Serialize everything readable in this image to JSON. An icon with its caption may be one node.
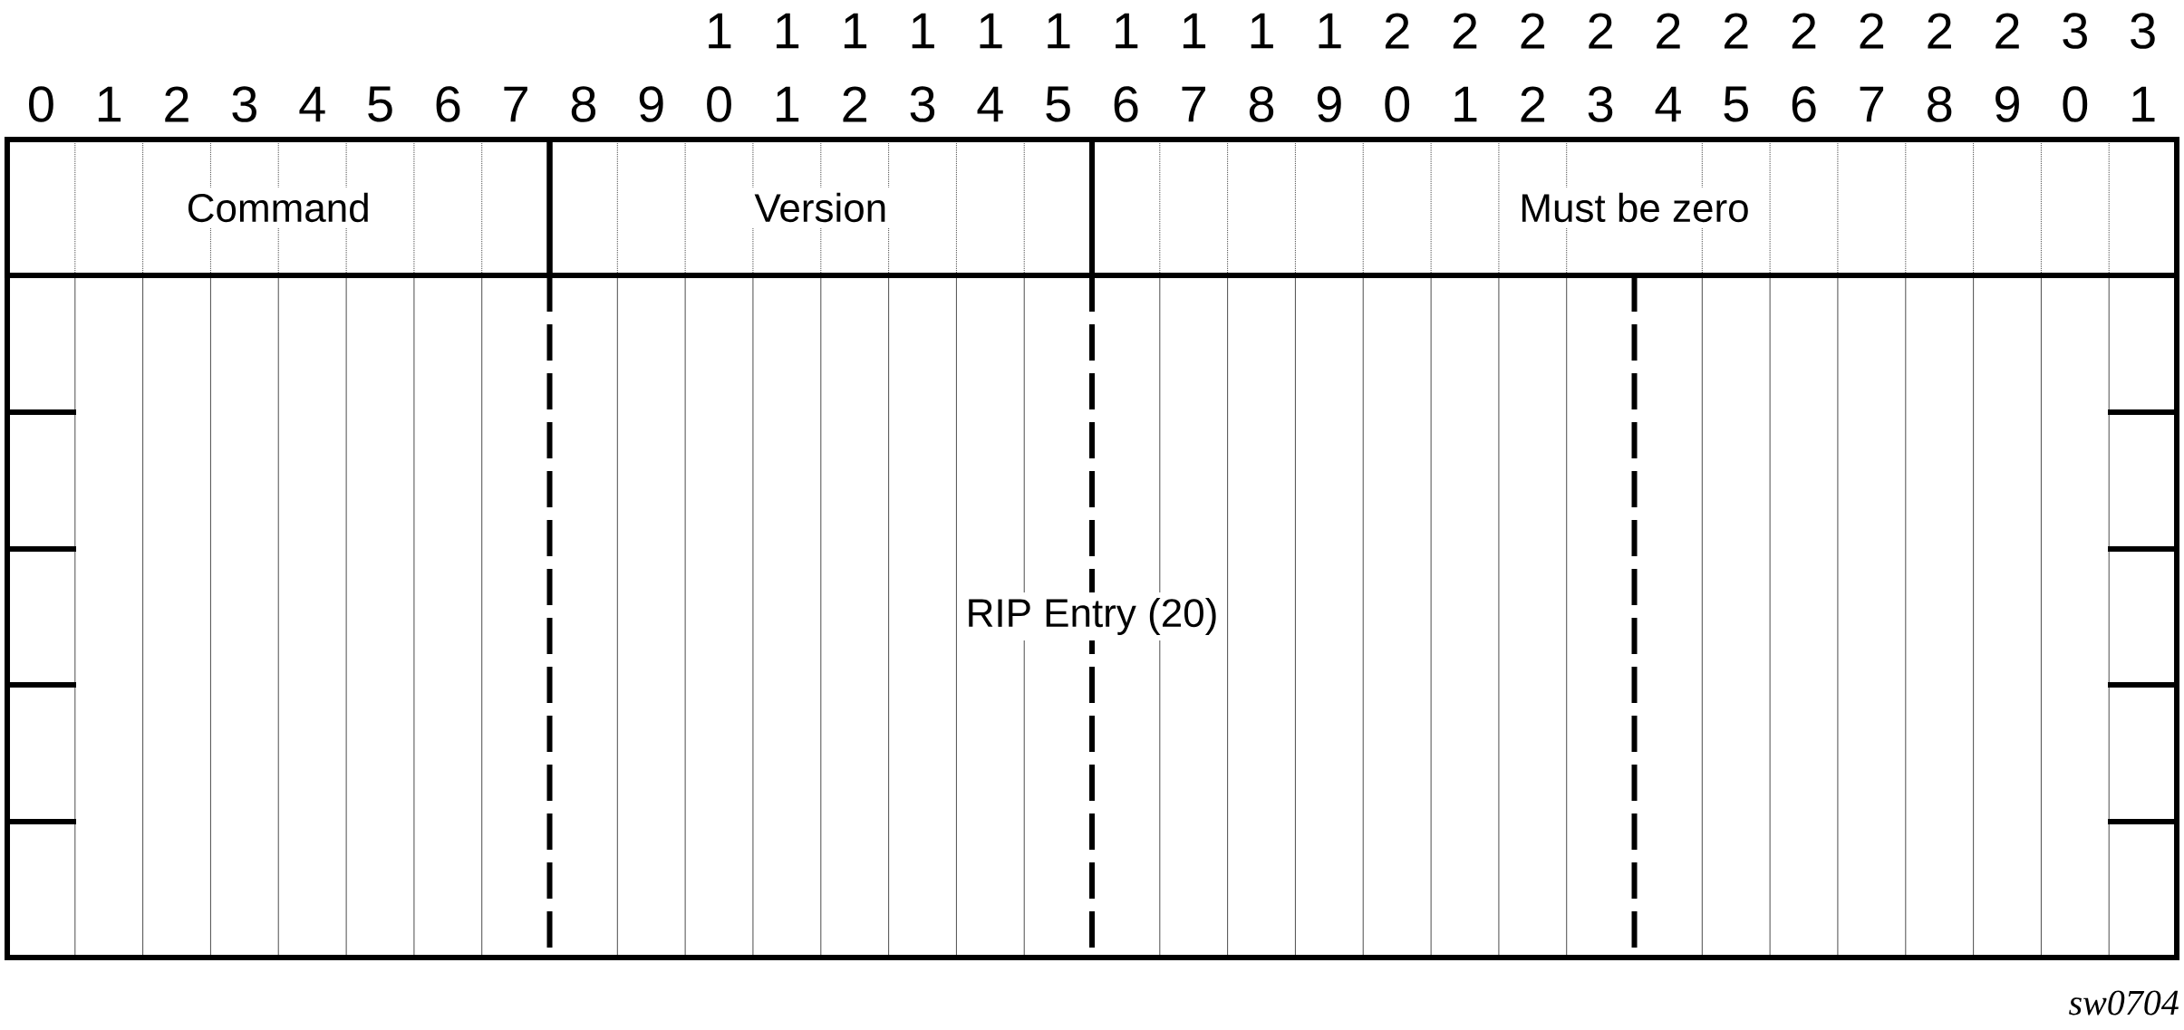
{
  "diagram": {
    "caption": "sw0704",
    "nodes": [
      {
        "text": [
          "Command"
        ]
      },
      {
        "text": [
          "Version"
        ]
      },
      {
        "text": [
          "Must be zero"
        ]
      },
      {
        "text": [
          "RIP Entry (20)"
        ]
      }
    ],
    "labels": [
      "1",
      "1",
      "1",
      "1",
      "1",
      "1",
      "1",
      "1",
      "1",
      "1",
      "2",
      "2",
      "2",
      "2",
      "2",
      "2",
      "2",
      "2",
      "2",
      "2",
      "3",
      "3",
      "0",
      "1",
      "2",
      "3",
      "4",
      "5",
      "6",
      "7",
      "8",
      "9",
      "0",
      "1",
      "2",
      "3",
      "4",
      "5",
      "6",
      "7",
      "8",
      "9",
      "0",
      "1",
      "2",
      "3",
      "4",
      "5",
      "6",
      "7",
      "8",
      "9",
      "0",
      "1"
    ]
  }
}
